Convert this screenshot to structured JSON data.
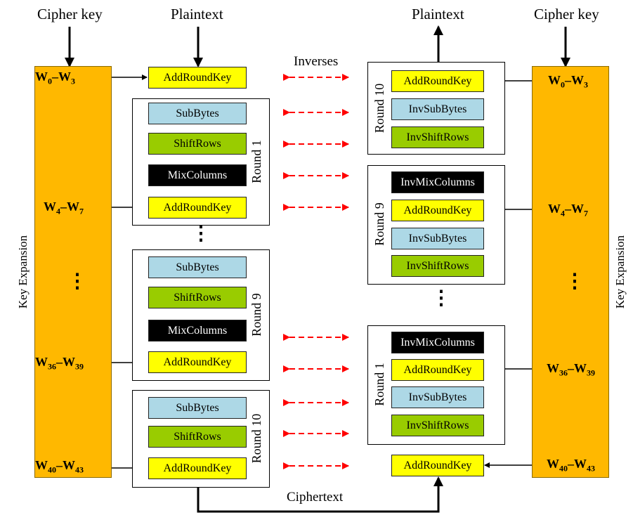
{
  "headers": {
    "cipher_key_left": "Cipher key",
    "plaintext_left": "Plaintext",
    "plaintext_right": "Plaintext",
    "cipher_key_right": "Cipher key",
    "inverses": "Inverses",
    "ciphertext": "Ciphertext"
  },
  "key_expansion": "Key Expansion",
  "words": {
    "w0": {
      "a": "W",
      "as": "0",
      "b": "W",
      "bs": "3"
    },
    "w4": {
      "a": "W",
      "as": "4",
      "b": "W",
      "bs": "7"
    },
    "w36": {
      "a": "W",
      "as": "36",
      "b": "W",
      "bs": "39"
    },
    "w40": {
      "a": "W",
      "as": "40",
      "b": "W",
      "bs": "43"
    }
  },
  "vdots": "⋮",
  "encrypt": {
    "init": "AddRoundKey",
    "round1": {
      "label": "Round 1",
      "sub": "SubBytes",
      "shift": "ShiftRows",
      "mix": "MixColumns",
      "ark": "AddRoundKey"
    },
    "round9": {
      "label": "Round 9",
      "sub": "SubBytes",
      "shift": "ShiftRows",
      "mix": "MixColumns",
      "ark": "AddRoundKey"
    },
    "round10": {
      "label": "Round 10",
      "sub": "SubBytes",
      "shift": "ShiftRows",
      "ark": "AddRoundKey"
    }
  },
  "decrypt": {
    "round10": {
      "label": "Round 10",
      "ark": "AddRoundKey",
      "invsub": "InvSubBytes",
      "invshift": "InvShiftRows"
    },
    "round9": {
      "label": "Round 9",
      "invmix": "InvMixColumns",
      "ark": "AddRoundKey",
      "invsub": "InvSubBytes",
      "invshift": "InvShiftRows"
    },
    "round1": {
      "label": "Round 1",
      "invmix": "InvMixColumns",
      "ark": "AddRoundKey",
      "invsub": "InvSubBytes",
      "invshift": "InvShiftRows"
    },
    "final": "AddRoundKey"
  },
  "colors": {
    "key_panel": "#FFB800",
    "add_round_key": "#FFFF00",
    "sub_bytes": "#ADD8E6",
    "shift_rows": "#99CC00",
    "mix_columns": "#000000",
    "inverse_arrow": "#FF0000"
  }
}
